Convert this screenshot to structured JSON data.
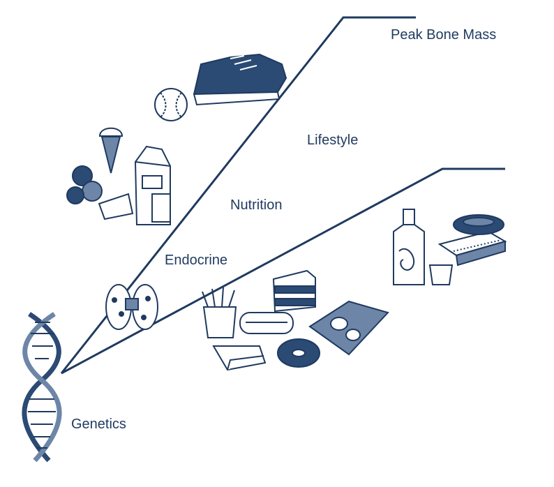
{
  "labels": {
    "peak_bone_mass": "Peak Bone Mass",
    "lifestyle": "Lifestyle",
    "nutrition": "Nutrition",
    "endocrine": "Endocrine",
    "genetics": "Genetics"
  },
  "colors": {
    "ink": "#1f3a5f",
    "ink_light": "#6d86a8",
    "fill_dark": "#2b4a74",
    "paper": "#ffffff"
  },
  "icons": {
    "dna": "dna-helix-icon",
    "glands": "endocrine-glands-icon",
    "sneaker": "sneaker-icon",
    "baseball": "baseball-icon",
    "ice_cream": "ice-cream-cone-icon",
    "milk": "milk-carton-icon",
    "broccoli_cheese": "broccoli-cheese-icon",
    "fries": "french-fries-icon",
    "cake": "cake-slice-icon",
    "hot_dog": "hot-dog-icon",
    "chips": "chips-bag-icon",
    "cheese": "cheese-wedge-icon",
    "donut": "donut-icon",
    "liquor": "liquor-bottle-icon",
    "cigarettes": "cigarette-pack-icon",
    "dish": "dish-bowl-icon",
    "cup": "cup-icon"
  }
}
